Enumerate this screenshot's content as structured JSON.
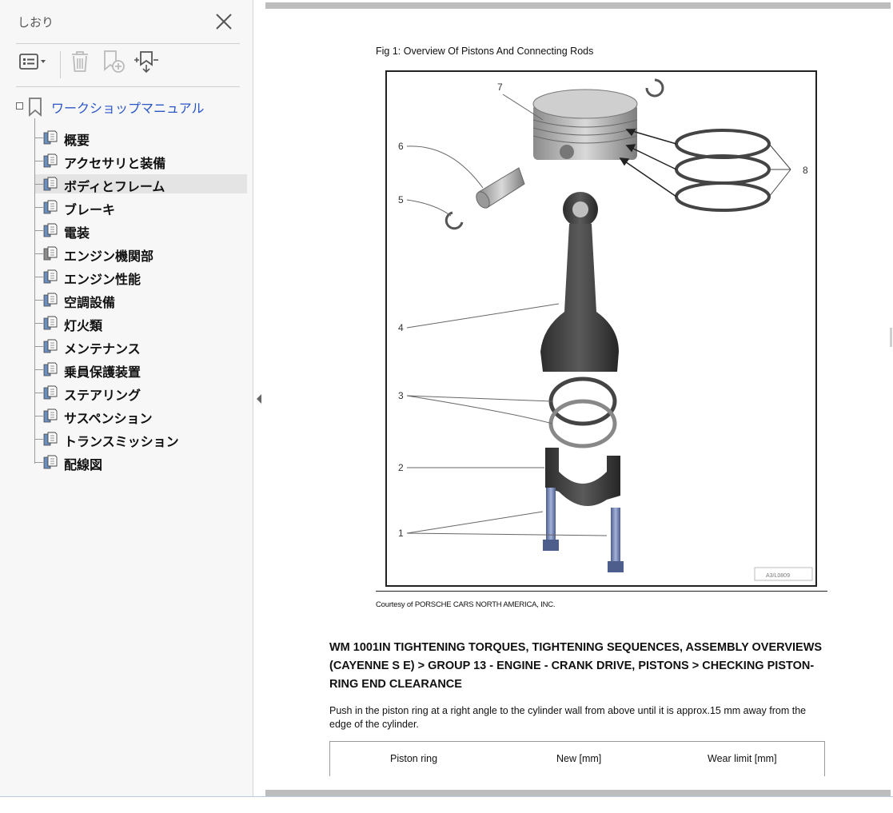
{
  "sidebar": {
    "title": "しおり",
    "root_label": "ワークショップマニュアル",
    "items": [
      {
        "label": "概要",
        "selected": false
      },
      {
        "label": "アクセサリと装備",
        "selected": false
      },
      {
        "label": "ボディとフレーム",
        "selected": true
      },
      {
        "label": "ブレーキ",
        "selected": false
      },
      {
        "label": "電装",
        "selected": false
      },
      {
        "label": "エンジン機関部",
        "selected": false
      },
      {
        "label": "エンジン性能",
        "selected": false
      },
      {
        "label": "空調設備",
        "selected": false
      },
      {
        "label": "灯火類",
        "selected": false
      },
      {
        "label": "メンテナンス",
        "selected": false
      },
      {
        "label": "乗員保護装置",
        "selected": false
      },
      {
        "label": "ステアリング",
        "selected": false
      },
      {
        "label": "サスペンション",
        "selected": false
      },
      {
        "label": "トランスミッション",
        "selected": false
      },
      {
        "label": "配線図",
        "selected": false
      }
    ],
    "icons": {
      "close": "close-icon",
      "options": "options-menu-icon",
      "delete": "trash-icon",
      "new_bookmark": "add-bookmark-icon",
      "expand": "bookmark-expand-icon"
    }
  },
  "document": {
    "fig_caption": "Fig 1: Overview Of Pistons And Connecting Rods",
    "figure_labels": [
      "7",
      "6",
      "5",
      "4",
      "3",
      "2",
      "1",
      "8"
    ],
    "figure_stamp": "A3/L0809",
    "courtesy": "Courtesy of PORSCHE CARS NORTH AMERICA, INC.",
    "heading": "WM 1001IN TIGHTENING TORQUES, TIGHTENING SEQUENCES, ASSEMBLY OVERVIEWS (CAYENNE S E) > GROUP 13 - ENGINE - CRANK DRIVE, PISTONS > CHECKING PISTON-RING END CLEARANCE",
    "paragraph": "Push in the piston ring at a right angle to the cylinder wall from above until it is approx.15 mm away from the edge of the cylinder.",
    "table_headers": [
      "Piston ring",
      "New [mm]",
      "Wear limit [mm]"
    ]
  },
  "colors": {
    "link_blue": "#2b56c7",
    "sidebar_bg": "#f7f7f7",
    "selected_bg": "#e4e4e4",
    "icon_blue": "#6b8fbf"
  }
}
